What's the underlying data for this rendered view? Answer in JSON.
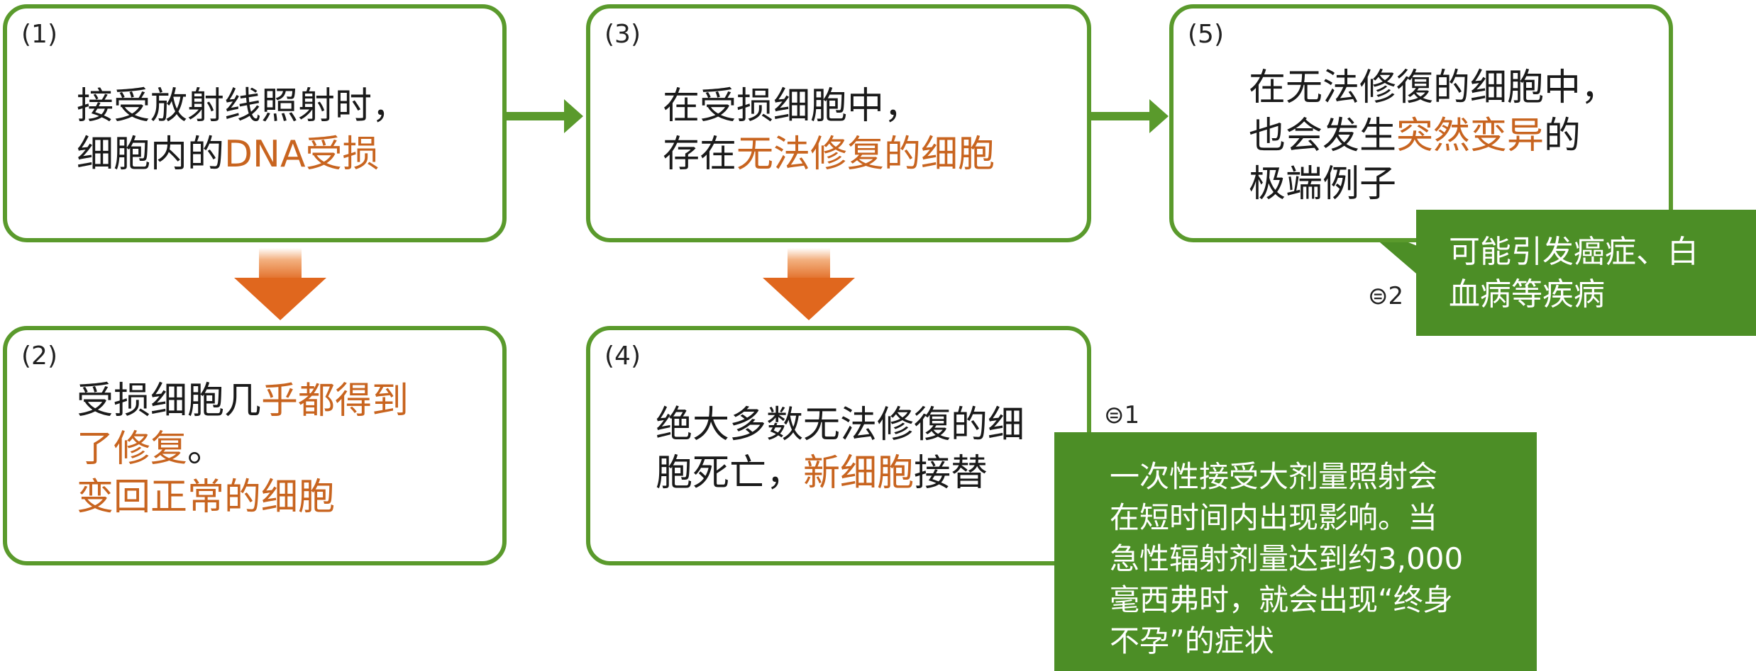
{
  "steps": {
    "s1": {
      "num": "(1)",
      "line1": "接受放射线照射时，",
      "line2_plain": "细胞内的",
      "line2_hl": "DNA受损"
    },
    "s2": {
      "num": "(2)",
      "line1_plain": "受损细胞几",
      "line1_hl": "乎都得到",
      "line2_hl": "了修复",
      "line2_plain": "。",
      "line3_hl": "变回正常的细胞"
    },
    "s3": {
      "num": "(3)",
      "line1": "在受损细胞中，",
      "line2_plain": "存在",
      "line2_hl": "无法修复的细胞"
    },
    "s4": {
      "num": "(4)",
      "line1": "绝大多数无法修復的细",
      "line2_plain": "胞死亡，",
      "line2_hl": "新细胞",
      "line2_plain2": "接替"
    },
    "s5": {
      "num": "(5)",
      "line1": "在无法修復的细胞中，",
      "line2_plain": "也会发生",
      "line2_hl": "突然变异",
      "line2_plain2": "的",
      "line3": "极端例子"
    }
  },
  "callouts": {
    "cancer": {
      "line1": "可能引发癌症、白",
      "line2": "血病等疾病"
    },
    "acute": {
      "line1": "一次性接受大剂量照射会",
      "line2": "在短时间内出现影响。当",
      "line3": "急性辐射剂量达到约3,000",
      "line4": "毫西弗时，就会出现“终身",
      "line5": "不孕”的症状"
    }
  },
  "notes": {
    "n1": "⊜1",
    "n2": "⊜2"
  },
  "colors": {
    "border": "#5a9a2c",
    "highlight": "#c8641f",
    "callout_bg": "#4c8e26",
    "arrow_orange": "#e0671e"
  }
}
